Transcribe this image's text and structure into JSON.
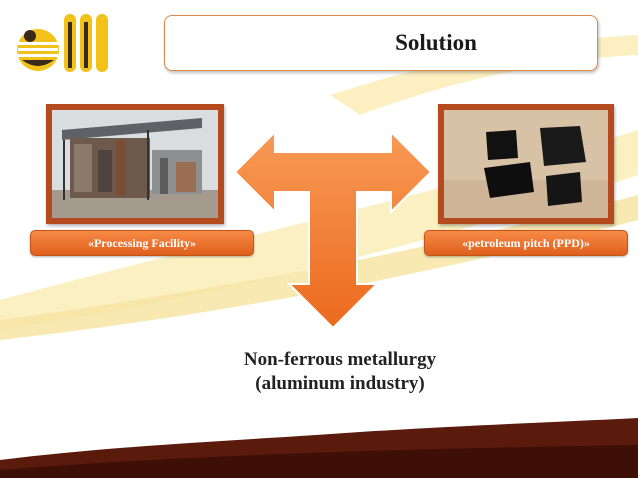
{
  "slide": {
    "title": "Solution",
    "left_label": "«Processing Facility»",
    "right_label": "«petroleum pitch (PPD)»",
    "bottom_line1": "Non-ferrous metallurgy",
    "bottom_line2": "(aluminum industry)"
  },
  "colors": {
    "accent_orange": "#f07a30",
    "frame_brown": "#b44a1e",
    "swoosh_yellow": "#f9e9a0",
    "footer_dark": "#5a1a0c"
  },
  "icons": {
    "logo": "oil-company-logo",
    "arrow": "t-shaped-three-way-arrow"
  }
}
